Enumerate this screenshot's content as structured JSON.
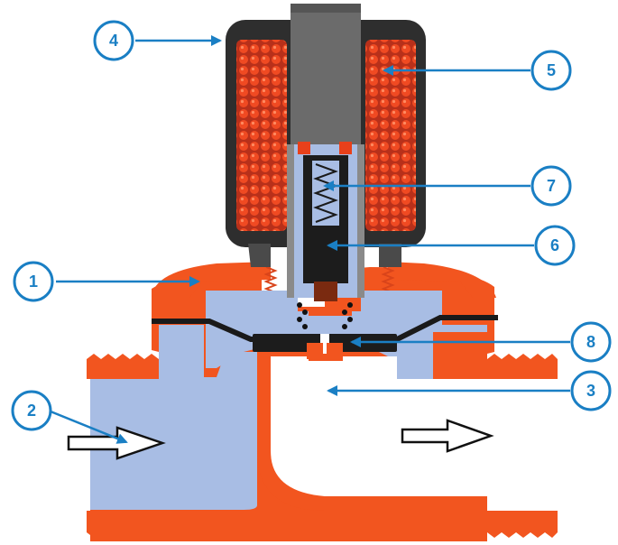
{
  "diagram": {
    "colors": {
      "body": "#f2551f",
      "body_dark": "#d9441a",
      "water": "#a8bde4",
      "coil_case": "#2e2e2e",
      "coil_wire": "#e8401a",
      "core": "#6b6b6b",
      "plunger": "#1c1c1c",
      "callout": "#1a7fc4",
      "arrow_outline": "#111111"
    },
    "callouts": [
      {
        "id": "1",
        "label": "1"
      },
      {
        "id": "2",
        "label": "2"
      },
      {
        "id": "3",
        "label": "3"
      },
      {
        "id": "4",
        "label": "4"
      },
      {
        "id": "5",
        "label": "5"
      },
      {
        "id": "6",
        "label": "6"
      },
      {
        "id": "7",
        "label": "7"
      },
      {
        "id": "8",
        "label": "8"
      }
    ]
  }
}
